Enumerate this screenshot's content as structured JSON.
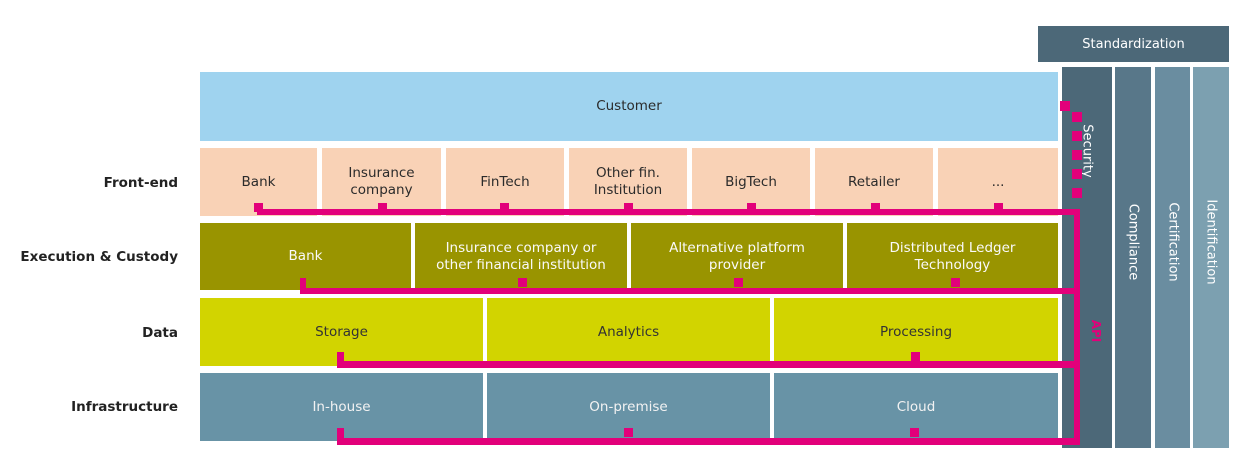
{
  "standardization": "Standardization",
  "customer": "Customer",
  "row_labels": {
    "front_end": "Front-end",
    "execution": "Execution & Custody",
    "data": "Data",
    "infrastructure": "Infrastructure"
  },
  "front_end": [
    "Bank",
    "Insurance\ncompany",
    "FinTech",
    "Other fin.\nInstitution",
    "BigTech",
    "Retailer",
    "..."
  ],
  "execution": [
    "Bank",
    "Insurance company or\nother financial institution",
    "Alternative platform\nprovider",
    "Distributed Ledger\nTechnology"
  ],
  "data": [
    "Storage",
    "Analytics",
    "Processing"
  ],
  "infrastructure": [
    "In-house",
    "On-premise",
    "Cloud"
  ],
  "pillars": {
    "security": "Security",
    "compliance": "Compliance",
    "certification": "Certification",
    "identification": "Identification"
  },
  "api": "API",
  "colors": {
    "customer": "#9fd3ef",
    "front_end": "#f9d2b6",
    "execution": "#999400",
    "data": "#d2d400",
    "infrastructure": "#6893a6",
    "pillar_dark": "#4c6878",
    "pillar_mid": "#587789",
    "pillar_light": "#7ca0b0",
    "api": "#e2007a"
  }
}
